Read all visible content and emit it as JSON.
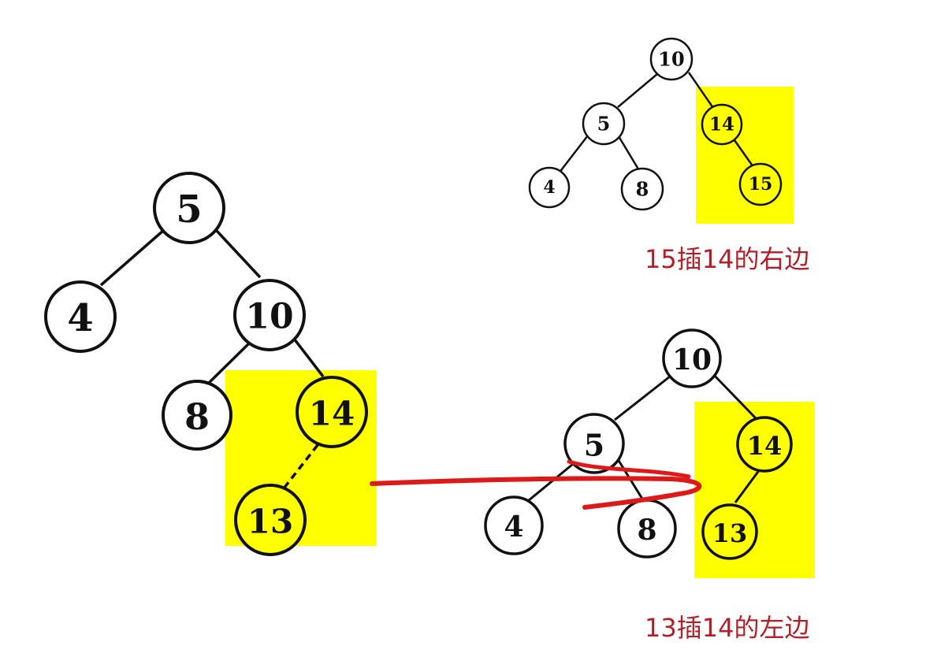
{
  "colors": {
    "highlight": "#ffff00",
    "edge": "#111111",
    "node_fill": "#ffffff",
    "node_stroke": "#111111",
    "arrow": "#dd1a1a",
    "caption": "#b0202a"
  },
  "trees": {
    "left": {
      "nodes": {
        "n5": "5",
        "n4": "4",
        "n10": "10",
        "n8": "8",
        "n14": "14",
        "n13": "13"
      }
    },
    "top_right": {
      "nodes": {
        "n10": "10",
        "n5": "5",
        "n14": "14",
        "n4": "4",
        "n8": "8",
        "n15": "15"
      },
      "caption": "15插14的右边"
    },
    "bottom_right": {
      "nodes": {
        "n10": "10",
        "n5": "5",
        "n14": "14",
        "n4": "4",
        "n8": "8",
        "n13": "13"
      },
      "caption": "13插14的左边"
    }
  }
}
